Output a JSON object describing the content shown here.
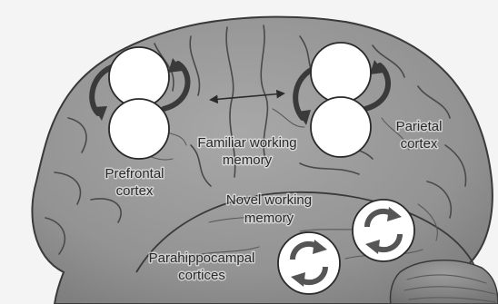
{
  "labels": {
    "prefrontal": [
      "Prefrontal",
      "cortex"
    ],
    "familiar": [
      "Familiar working",
      "memory"
    ],
    "parietal": [
      "Parietal",
      "cortex"
    ],
    "novel": [
      "Novel working",
      "memory"
    ],
    "parahippocampal": [
      "Parahippocampal",
      "cortices"
    ]
  },
  "colors": {
    "background": "#f4f4f4",
    "brain_fill": "#9a9a9a",
    "brain_outline": "#3a3a3a",
    "node_fill": "#ffffff",
    "arrow": "#4a4a4a"
  },
  "icons": [
    "circular-arrows-icon",
    "double-headed-arrow-icon",
    "cycle-icon"
  ]
}
